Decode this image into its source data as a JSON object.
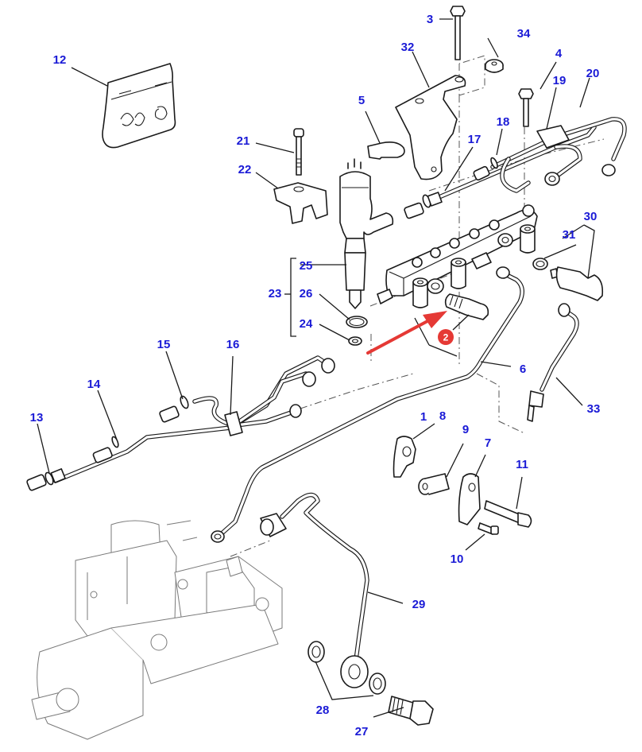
{
  "diagram": {
    "title": "Common rail fuel injection system exploded parts view",
    "callout_color": "#1a1ad6",
    "highlight_color": "#e53935",
    "highlight": {
      "part": "2",
      "badge_label": "2"
    },
    "callouts": {
      "c1": "1",
      "c3": "3",
      "c4": "4",
      "c5": "5",
      "c6": "6",
      "c7": "7",
      "c8": "8",
      "c9": "9",
      "c10": "10",
      "c11": "11",
      "c12": "12",
      "c13": "13",
      "c14": "14",
      "c15": "15",
      "c16": "16",
      "c17": "17",
      "c18": "18",
      "c19": "19",
      "c20": "20",
      "c21": "21",
      "c22": "22",
      "c23": "23",
      "c24": "24",
      "c25": "25",
      "c26": "26",
      "c27": "27",
      "c28": "28",
      "c29": "29",
      "c30": "30",
      "c31": "31",
      "c32": "32",
      "c33": "33",
      "c34": "34"
    }
  }
}
